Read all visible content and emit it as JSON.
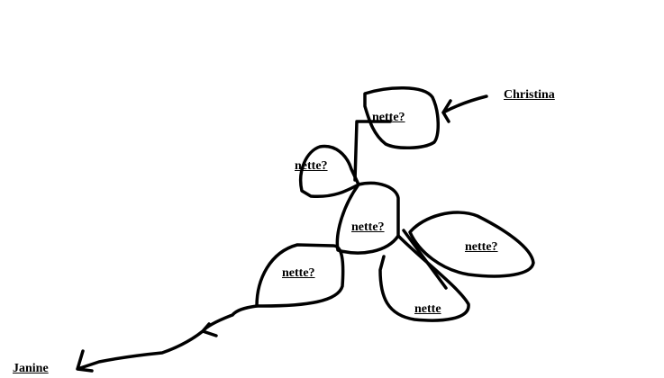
{
  "names": {
    "top": "Christina",
    "bottom": "Janine"
  },
  "nodes": [
    "nette?",
    "nette?",
    "nette?",
    "nette?",
    "nette?",
    "nette"
  ],
  "colors": {
    "ink": "#000000",
    "background": "#ffffff"
  }
}
